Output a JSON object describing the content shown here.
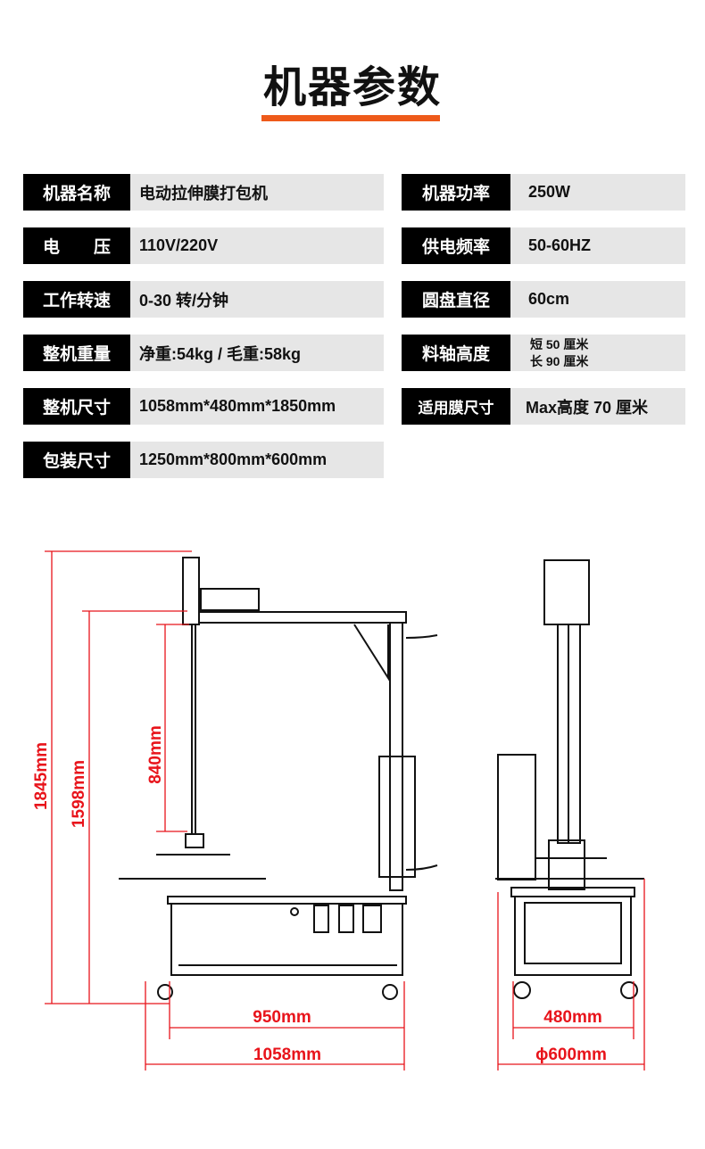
{
  "title": "机器参数",
  "colors": {
    "accent": "#ee5a1a",
    "dimension": "#e8141b",
    "label_bg": "#000000",
    "value_bg": "#e6e6e6"
  },
  "specs_left": [
    {
      "label": "机器名称",
      "value": "电动拉伸膜打包机"
    },
    {
      "label": "电　　压",
      "value": "110V/220V"
    },
    {
      "label": "工作转速",
      "value": "0-30 转/分钟"
    },
    {
      "label": "整机重量",
      "value": "净重:54kg / 毛重:58kg"
    },
    {
      "label": "整机尺寸",
      "value": "1058mm*480mm*1850mm"
    },
    {
      "label": "包装尺寸",
      "value": "1250mm*800mm*600mm"
    }
  ],
  "specs_right": [
    {
      "label": "机器功率",
      "value": "250W"
    },
    {
      "label": "供电频率",
      "value": "50-60HZ"
    },
    {
      "label": "圆盘直径",
      "value": "60cm"
    },
    {
      "label": "料轴高度",
      "value_line1": "短 50 厘米",
      "value_line2": "长 90 厘米"
    },
    {
      "label": "适用膜尺寸",
      "value": "Max高度 70 厘米"
    }
  ],
  "dimensions": {
    "total_height": "1845mm",
    "frame_height": "1598mm",
    "press_travel": "840mm",
    "wheelbase": "950mm",
    "total_length": "1058mm",
    "width": "480mm",
    "disc_diameter": "ϕ600mm"
  }
}
